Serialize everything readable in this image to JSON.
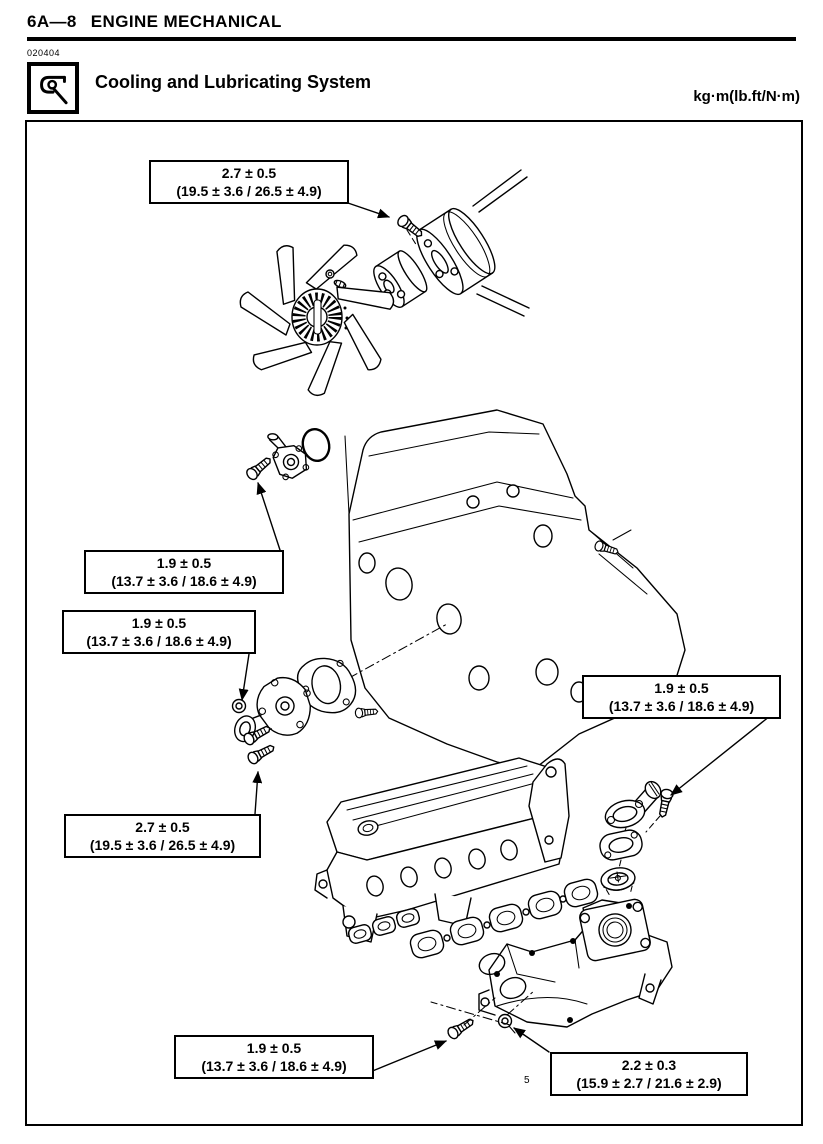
{
  "page": {
    "section_code": "6A—8",
    "section_name": "ENGINE MECHANICAL",
    "figure_code": "020404",
    "title": "Cooling and Lubricating System",
    "units_note": "kg·m(lb.ft/N·m)",
    "stray_mark": "5"
  },
  "colors": {
    "ink": "#000000",
    "paper": "#ffffff"
  },
  "icons": [
    {
      "name": "wrench-icon"
    }
  ],
  "torque_labels": [
    {
      "line1": "2.7 ± 0.5",
      "line2": "(19.5 ± 3.6 / 26.5 ± 4.9)"
    },
    {
      "line1": "1.9 ± 0.5",
      "line2": "(13.7 ± 3.6 / 18.6 ± 4.9)"
    },
    {
      "line1": "1.9 ± 0.5",
      "line2": "(13.7 ± 3.6 / 18.6 ± 4.9)"
    },
    {
      "line1": "1.9 ± 0.5",
      "line2": "(13.7 ± 3.6 / 18.6 ± 4.9)"
    },
    {
      "line1": "2.7 ± 0.5",
      "line2": "(19.5 ± 3.6 / 26.5 ± 4.9)"
    },
    {
      "line1": "1.9 ± 0.5",
      "line2": "(13.7 ± 3.6 / 18.6 ± 4.9)"
    },
    {
      "line1": "2.2 ± 0.3",
      "line2": "(15.9 ± 2.7 / 21.6 ± 2.9)"
    }
  ]
}
